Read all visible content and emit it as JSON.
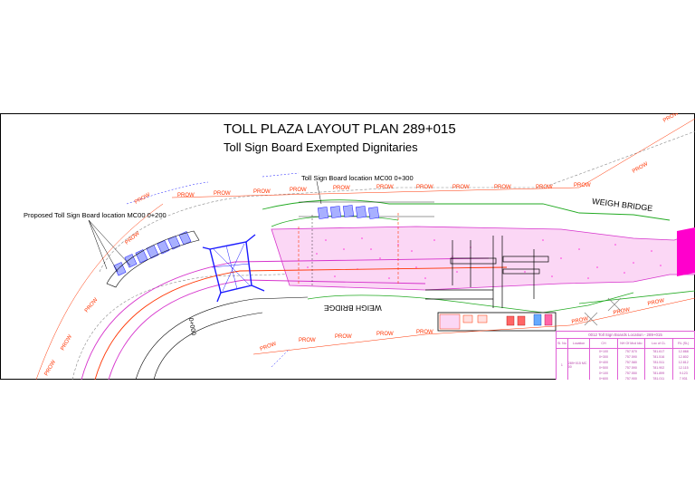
{
  "title": "TOLL PLAZA LAYOUT PLAN 289+015",
  "subtitle": "Toll Sign Board Exempted Dignitaries",
  "labels": {
    "proposed_board": "Proposed Toll Sign Board location MC00 0+200",
    "board_300": "Toll Sign Board location MC00 0+300",
    "weigh_bridge": "WEIGH BRIDGE",
    "prow": "PROW",
    "chainage": "0+000"
  },
  "table": {
    "title": "0012 Toll Sign Boards Location - 289+015",
    "headers": [
      "Sl. No",
      "Location",
      "CH",
      "NH Of Mcd kilo",
      "Loc of CL",
      "RL (SL)"
    ],
    "sl_no": "1",
    "location": "289+015 MC 00",
    "rows": [
      [
        "0+100",
        "757.570",
        "781.617",
        "12.868"
      ],
      [
        "0+300",
        "757.590",
        "781.516",
        "12.802"
      ],
      [
        "0+400",
        "757.580",
        "781.511",
        "12.812"
      ],
      [
        "0+500",
        "757.590",
        "781.902",
        "12.115"
      ],
      [
        "0+100",
        "757.550",
        "781.899",
        "9.123"
      ],
      [
        "0+600",
        "757.900",
        "781.011",
        "7.931"
      ]
    ]
  },
  "colors": {
    "prow": "#ff3300",
    "boundary": "#000000",
    "road_edge": "#d633cc",
    "green": "#22aa22",
    "blue": "#1a1aff",
    "hatch": "#ff33dd"
  }
}
